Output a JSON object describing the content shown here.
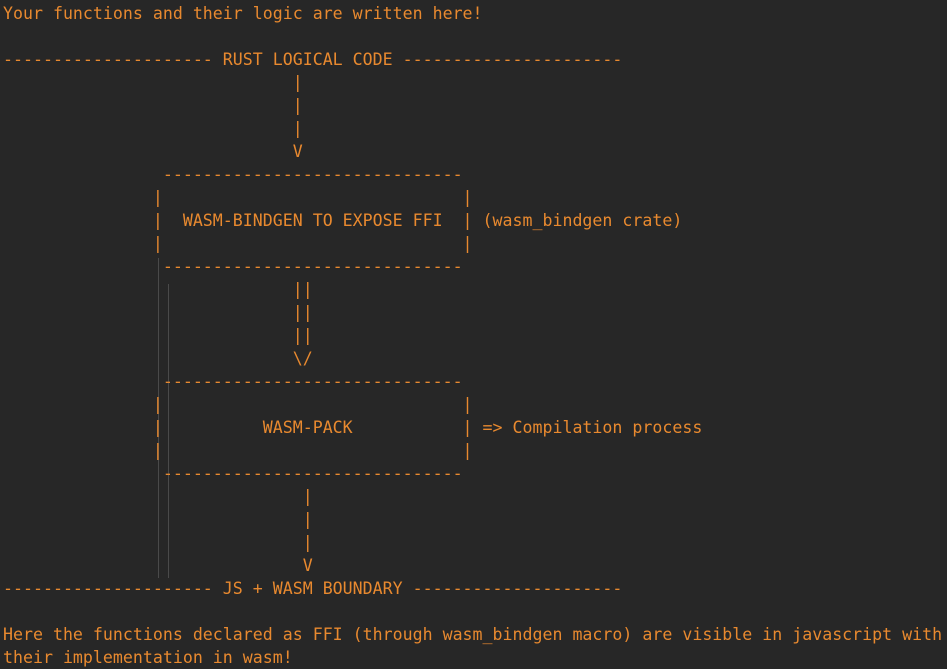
{
  "editor": {
    "lines": [
      "Your functions and their logic are written here!",
      "",
      "--------------------- RUST LOGICAL CODE ----------------------",
      "                             |",
      "                             |",
      "                             |",
      "                             V",
      "                ------------------------------",
      "               |                              |",
      "               |  WASM-BINDGEN TO EXPOSE FFI  | (wasm_bindgen crate)",
      "               |                              |",
      "                ------------------------------",
      "                             ||",
      "                             ||",
      "                             ||",
      "                             \\/",
      "                ------------------------------",
      "               |                              |",
      "               |          WASM-PACK           | => Compilation process",
      "               |                              |",
      "                ------------------------------",
      "                              |",
      "                              |",
      "                              |",
      "                              V",
      "--------------------- JS + WASM BOUNDARY ---------------------",
      "",
      "Here the functions declared as FFI (through wasm_bindgen macro) are visible in javascript with",
      "their implementation in wasm!"
    ]
  }
}
